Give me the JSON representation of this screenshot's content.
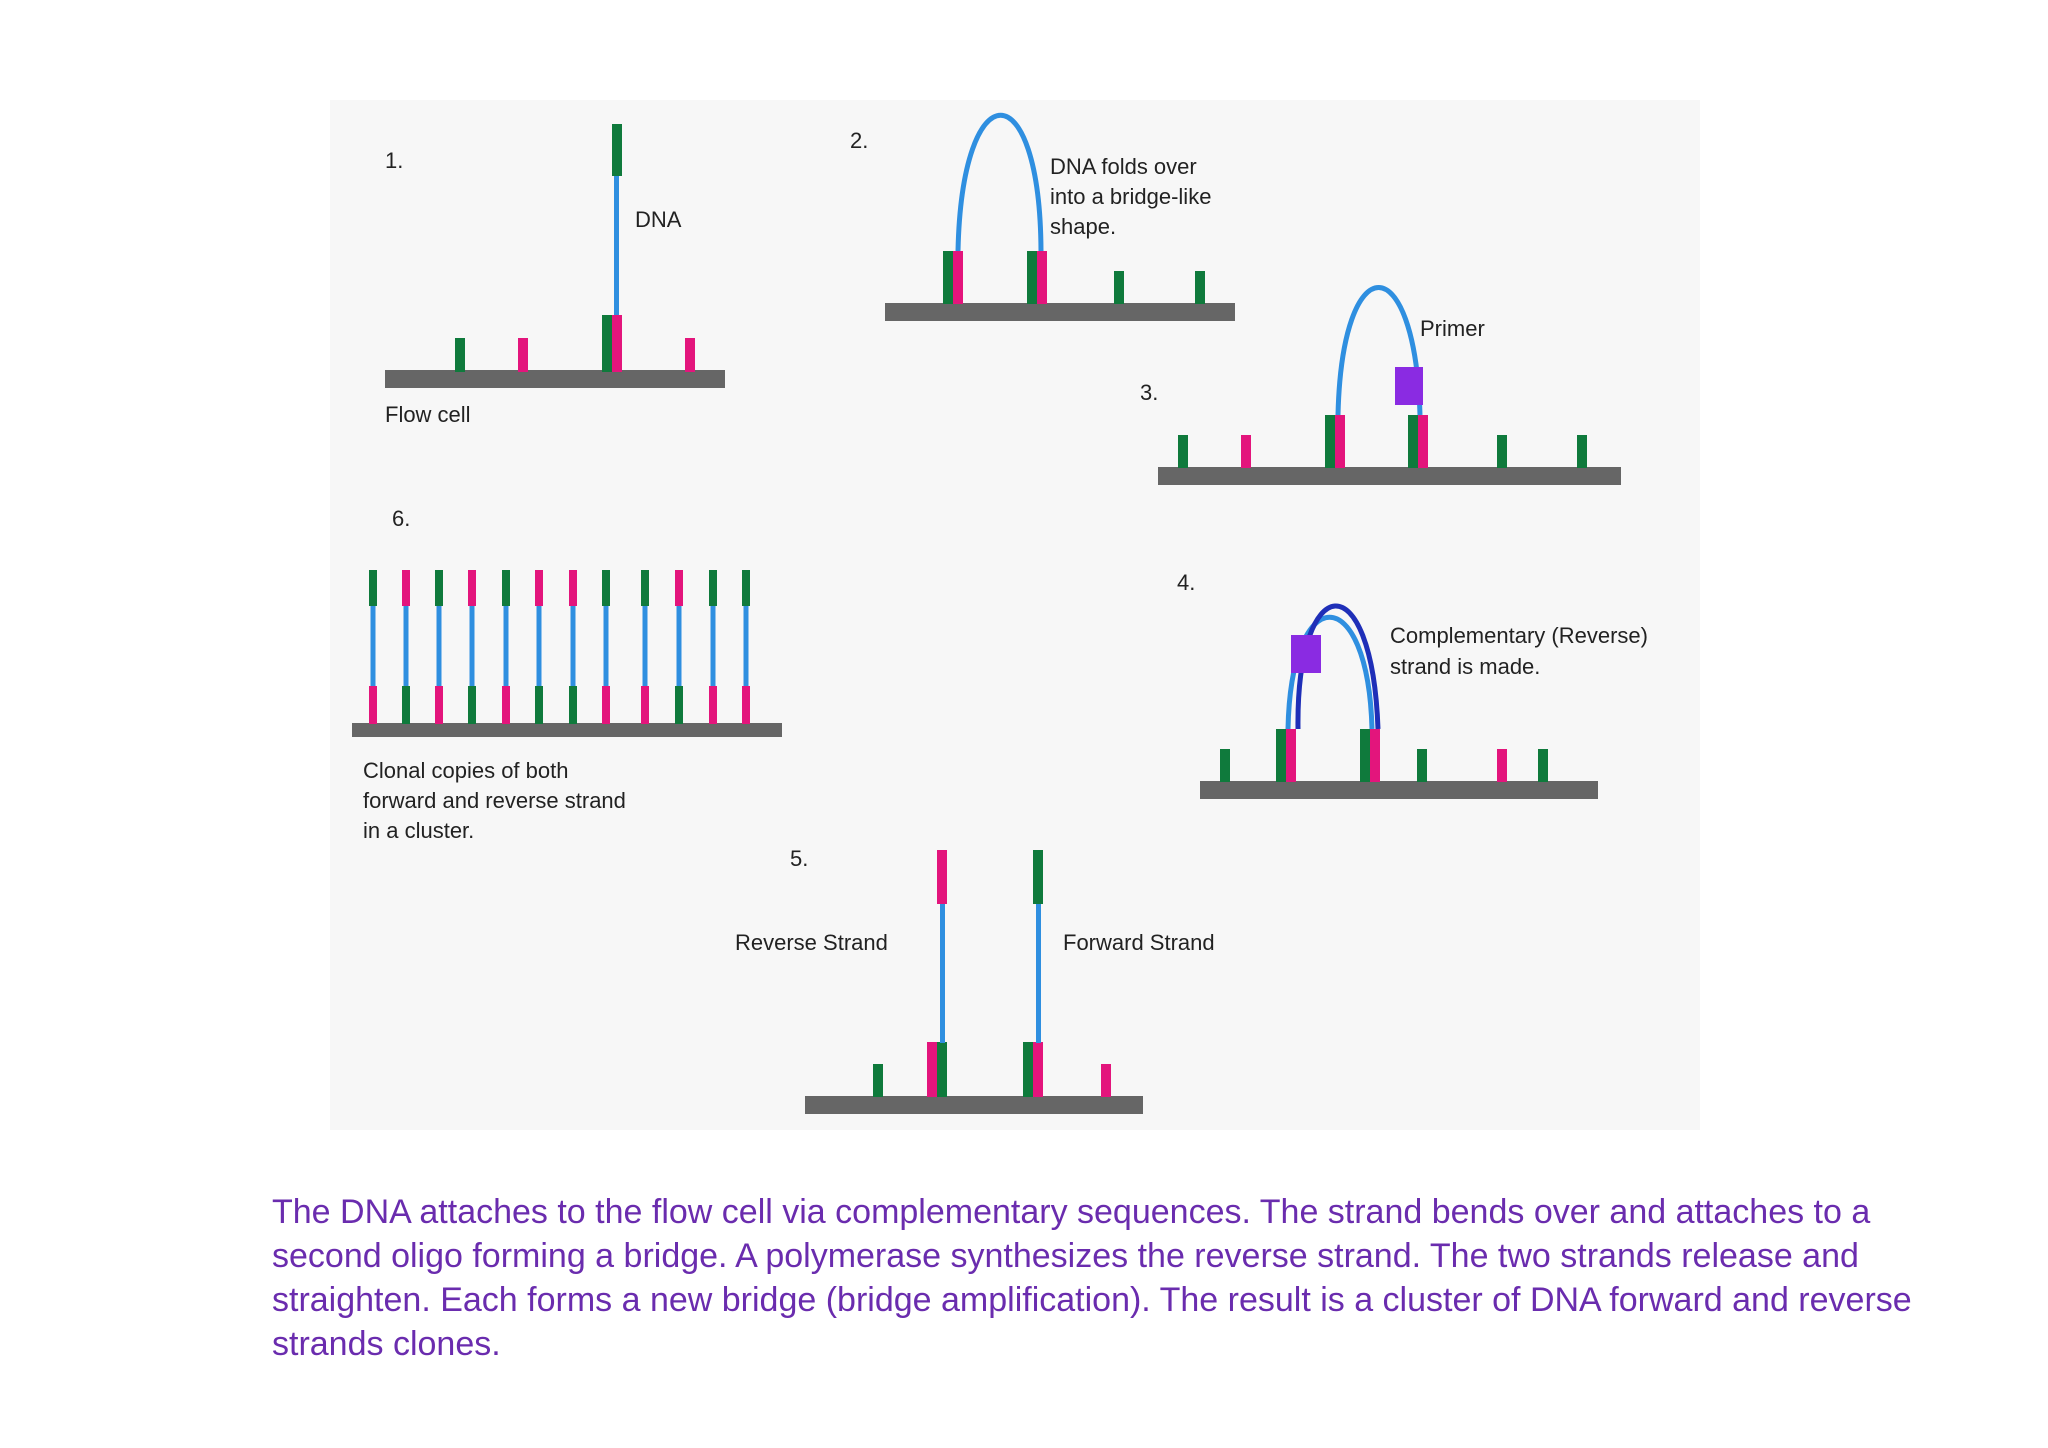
{
  "colors": {
    "panel_background": "#f7f7f7",
    "flow_cell": "#666666",
    "oligo_green": "#0f7a3c",
    "oligo_pink": "#e3157c",
    "dna_strand": "#2f8fe0",
    "complementary_strand": "#1f2fb8",
    "primer": "#8a2be2",
    "caption": "#6a2cae"
  },
  "steps": [
    {
      "number": "1.",
      "labels": [
        "DNA",
        "Flow cell"
      ]
    },
    {
      "number": "2.",
      "labels": [
        "DNA folds over",
        "into a bridge-like",
        "shape."
      ]
    },
    {
      "number": "3.",
      "labels": [
        "Primer"
      ]
    },
    {
      "number": "4.",
      "labels": [
        "Complementary (Reverse)",
        "strand is made."
      ]
    },
    {
      "number": "5.",
      "labels": [
        "Reverse Strand",
        "Forward Strand"
      ]
    },
    {
      "number": "6.",
      "labels": [
        "Clonal copies of both",
        "forward and reverse strand",
        "in a cluster."
      ]
    }
  ],
  "caption": "The DNA attaches to the flow cell via complementary sequences. The strand bends over and attaches to a second oligo forming a bridge. A polymerase synthesizes the reverse strand. The two strands release and straighten. Each forms a new bridge (bridge amplification). The result is a cluster of DNA forward and reverse strands clones."
}
